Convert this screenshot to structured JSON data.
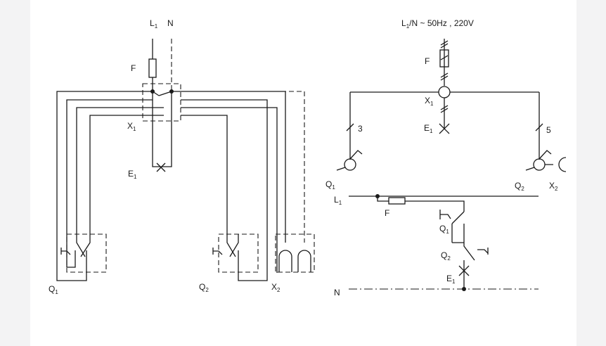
{
  "left_diagram": {
    "labels": {
      "phase": "L",
      "phase_sub": "1",
      "neutral": "N",
      "fuse": "F",
      "junction": "X",
      "junction_sub": "1",
      "lamp": "E",
      "lamp_sub": "1",
      "switch1": "Q",
      "switch1_sub": "1",
      "switch2": "Q",
      "switch2_sub": "2",
      "socket": "X",
      "socket_sub": "2"
    }
  },
  "right_diagram": {
    "supply": "L",
    "supply_sub": "1",
    "supply_rest": "/N ~ 50Hz , 220V",
    "labels": {
      "fuse": "F",
      "junction": "X",
      "junction_sub": "1",
      "lamp": "E",
      "lamp_sub": "1",
      "wires_left": "3",
      "wires_right": "5",
      "switch1": "Q",
      "switch1_sub": "1",
      "switch2": "Q",
      "switch2_sub": "2",
      "socket": "X",
      "socket_sub": "2"
    }
  },
  "schematic": {
    "labels": {
      "phase": "L",
      "phase_sub": "1",
      "fuse": "F",
      "switch1": "Q",
      "switch1_sub": "1",
      "switch2": "Q",
      "switch2_sub": "2",
      "lamp": "E",
      "lamp_sub": "1",
      "neutral": "N"
    }
  }
}
